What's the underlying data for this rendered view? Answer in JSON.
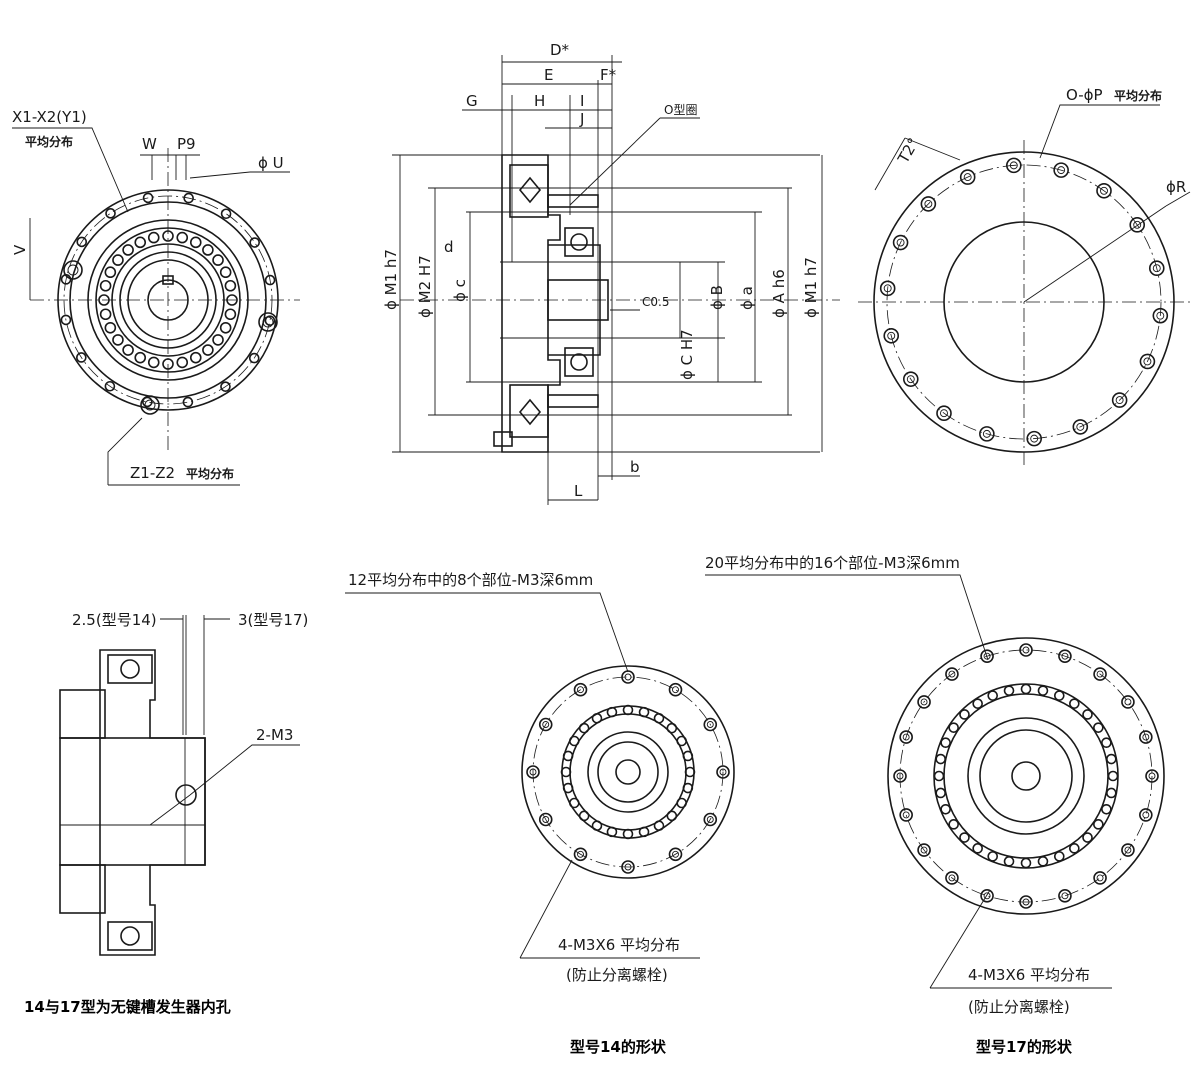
{
  "labels": {
    "x1x2": "X1-X2(Y1)",
    "x1x2_note": "平均分布",
    "w": "W",
    "p9": "P9",
    "phi_u": "ϕ U",
    "v": "V",
    "z1z2": "Z1-Z2",
    "z1z2_note": "平均分布",
    "d_star": "D*",
    "e": "E",
    "f_star": "F*",
    "g": "G",
    "h": "H",
    "i": "I",
    "j": "J",
    "oring": "O型圈",
    "d_small": "d",
    "phi_m1_h7": "ϕ M1 h7",
    "phi_m2_h7": "ϕ M2 H7",
    "phi_c_small": "ϕ c",
    "c05": "C0.5",
    "phi_b": "ϕ B",
    "phi_a_small": "ϕ a",
    "phi_a_h6": "ϕ A h6",
    "phi_m1_h7_r": "ϕ M1 h7",
    "phi_c_h7": "ϕ C H7",
    "b_small": "b",
    "l": "L",
    "o_phi_p": "O-ϕP",
    "o_phi_p_note": "平均分布",
    "t2": "T2°",
    "phi_r": "ϕR",
    "dim_25": "2.5(型号14)",
    "dim_3": "3(型号17)",
    "m3_2": "2-M3",
    "note_14_17": "14与17型为无键槽发生器内孔",
    "callout_14": "12平均分布中的8个部位-M3深6mm",
    "callout_17": "20平均分布中的16个部位-M3深6mm",
    "m3x6_a": "4-M3X6 平均分布",
    "m3x6_a_note": "(防止分离螺栓)",
    "m3x6_b": "4-M3X6 平均分布",
    "m3x6_b_note": "(防止分离螺栓)",
    "caption_14": "型号14的形状",
    "caption_17": "型号17的形状"
  }
}
